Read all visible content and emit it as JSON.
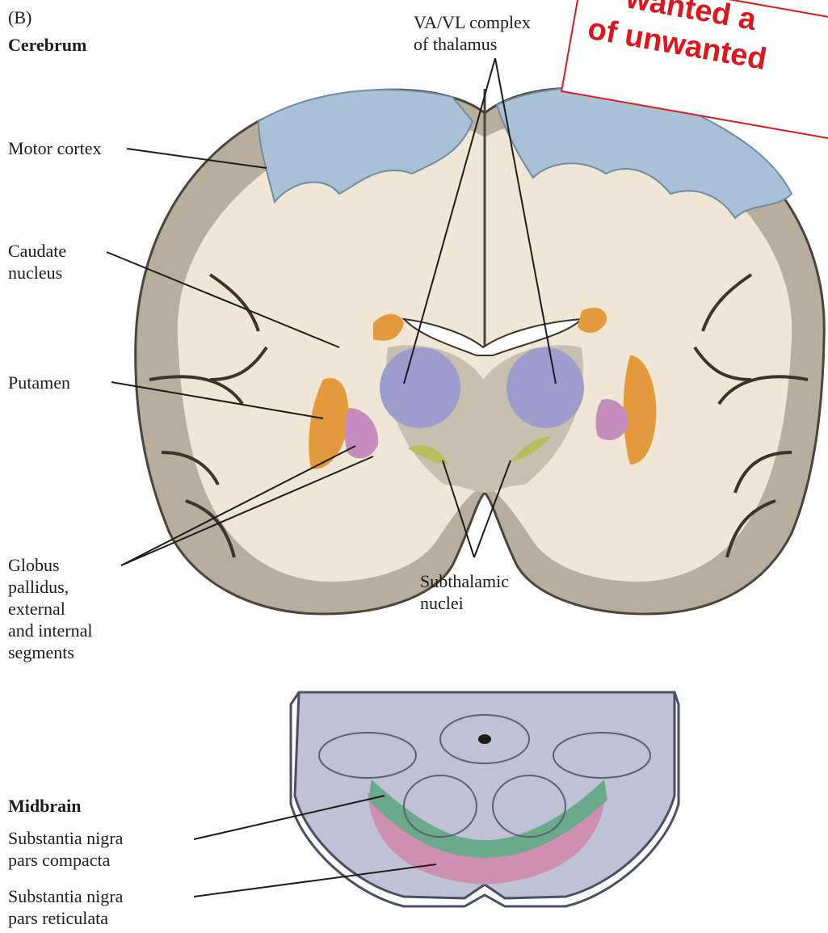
{
  "panel_label": "(B)",
  "sections": {
    "cerebrum": "Cerebrum",
    "midbrain": "Midbrain"
  },
  "labels": {
    "motor_cortex": "Motor cortex",
    "va_vl": "VA/VL complex\nof thalamus",
    "caudate": "Caudate\nnucleus",
    "putamen": "Putamen",
    "globus": "Globus\npallidus,\nexternal\nand internal\nsegments",
    "subthalamic": "Subthalamic\nnuclei",
    "sn_compacta": "Substantia nigra\npars compacta",
    "sn_reticulata": "Substantia nigra\npars reticulata"
  },
  "callout": {
    "line1": "wanted a",
    "line2": "of unwanted"
  },
  "colors": {
    "cortex_gray": "#b9ad9d",
    "white_matter": "#efe6d6",
    "motor_blue": "#a9c1d6",
    "caudate_orange": "#e39a3c",
    "thalamus_purple": "#9d9ccd",
    "globus_pink": "#c48dbd",
    "subthalamic_green": "#b6bd5a",
    "midbrain_gray": "#bfc2d6",
    "nigra_green": "#6aa98a",
    "nigra_pink": "#cf8fb1",
    "callout_red": "#e0151b"
  }
}
